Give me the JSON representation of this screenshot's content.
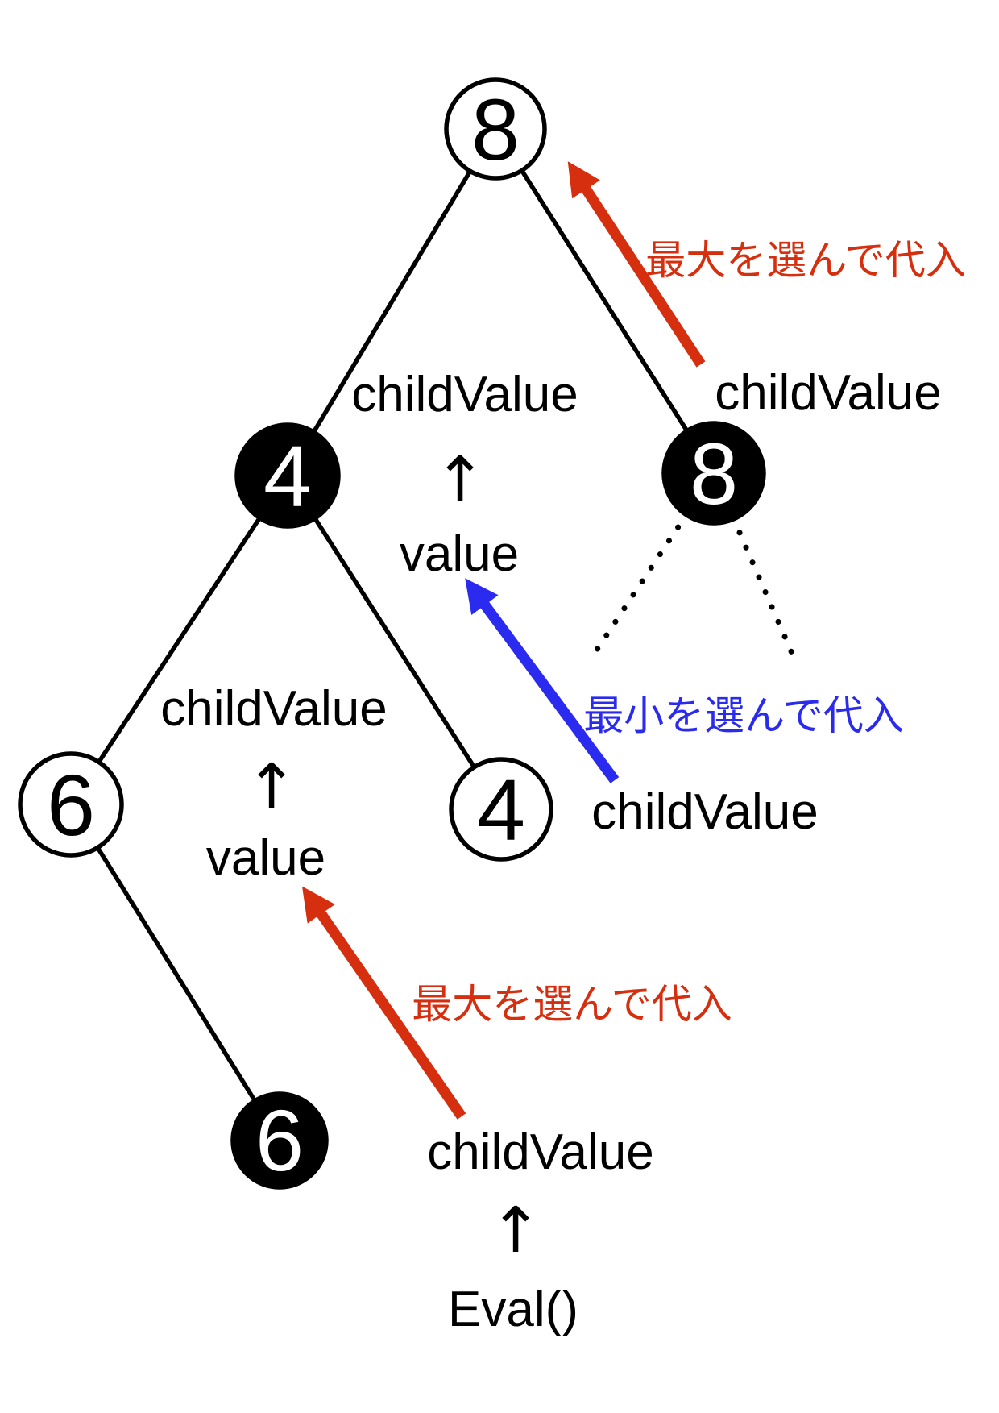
{
  "nodes": [
    {
      "label": "8",
      "fill": "white"
    },
    {
      "label": "4",
      "fill": "black"
    },
    {
      "label": "8",
      "fill": "black"
    },
    {
      "label": "6",
      "fill": "white"
    },
    {
      "label": "4",
      "fill": "white"
    },
    {
      "label": "6",
      "fill": "black"
    }
  ],
  "flow_labels": {
    "child_value": "childValue",
    "value": "value",
    "up_arrow": "↑",
    "eval_fn": "Eval()"
  },
  "annotations": {
    "select_max": "最大を選んで代入",
    "select_min": "最小を選んで代入"
  },
  "colors": {
    "max_arrow": "#d62f10",
    "min_arrow": "#2b2bf0",
    "node_black": "#000000",
    "node_white": "#ffffff",
    "text_black": "#000000"
  }
}
